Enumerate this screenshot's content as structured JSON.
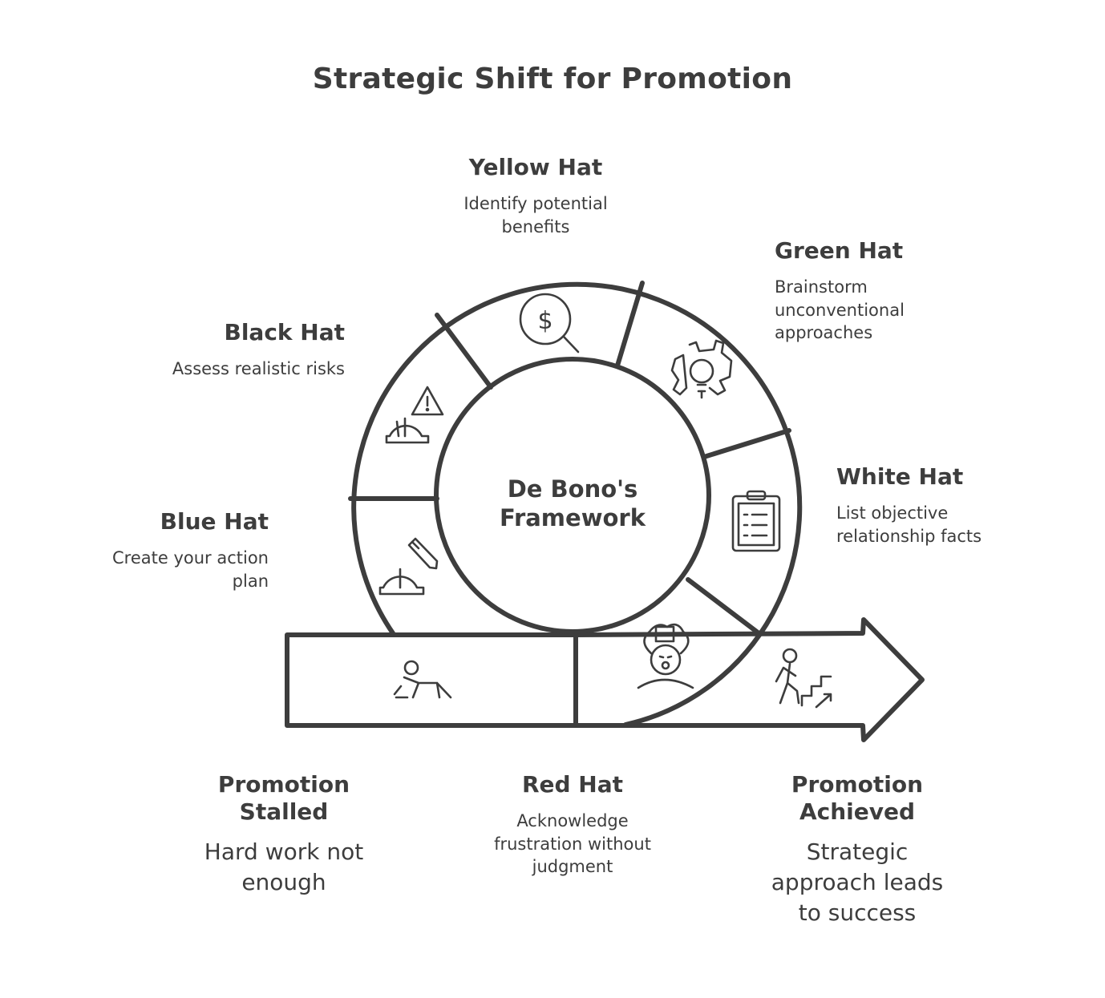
{
  "title": "Strategic Shift for Promotion",
  "center_label": "De Bono's Framework",
  "hats": {
    "yellow": {
      "title": "Yellow Hat",
      "desc": "Identify potential benefits",
      "icon": "dollar-magnifier-icon"
    },
    "green": {
      "title": "Green Hat",
      "desc": "Brainstorm unconventional approaches",
      "icon": "gear-lightbulb-icon"
    },
    "black": {
      "title": "Black Hat",
      "desc": "Assess realistic risks",
      "icon": "hardhat-warning-icon"
    },
    "white": {
      "title": "White Hat",
      "desc": "List objective relationship facts",
      "icon": "clipboard-list-icon"
    },
    "blue": {
      "title": "Blue Hat",
      "desc": "Create your action plan",
      "icon": "hardhat-pencil-icon"
    },
    "red": {
      "title": "Red Hat",
      "desc": "Acknowledge frustration without judgment",
      "icon": "frustrated-face-icon"
    }
  },
  "outcomes": {
    "stalled": {
      "title": "Promotion Stalled",
      "desc": "Hard work not enough",
      "icon": "crawling-person-icon"
    },
    "achieved": {
      "title": "Promotion Achieved",
      "desc": "Strategic approach leads to success",
      "icon": "climbing-stairs-icon"
    }
  },
  "colors": {
    "stroke": "#3d3d3d",
    "background": "#ffffff"
  }
}
